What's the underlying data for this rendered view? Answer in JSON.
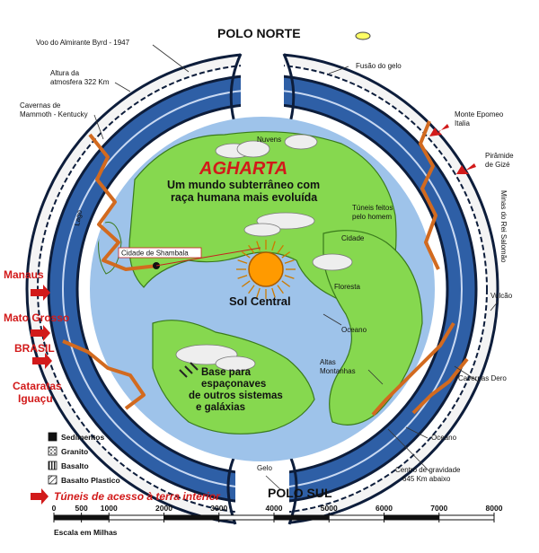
{
  "colors": {
    "ocean": "#9ec3ea",
    "land": "#86d84f",
    "crust_blue": "#2e5fa6",
    "crust_outline": "#0d1d3b",
    "tunnel_orange": "#d26a1f",
    "sun": "#ff9a00",
    "red_label": "#d21a1a"
  },
  "labels": {
    "polo_norte": "POLO NORTE",
    "polo_sul": "POLO SUL",
    "voo_byrd": "Voo do Almirante Byrd - 1947",
    "fusao_gelo": "Fusão do gelo",
    "altura_atm_1": "Altura da",
    "altura_atm_2": "atmosfera 322 Km",
    "cavernas_mammoth_1": "Cavernas de",
    "cavernas_mammoth_2": "Mammoth - Kentucky",
    "monte_epomeo_1": "Monte Epomeo",
    "monte_epomeo_2": "Italia",
    "piramide_1": "Pirâmide",
    "piramide_2": "de Gizé",
    "minas": "Minas do Rei Salomão",
    "nuvens": "Nuvens",
    "agharta": "AGHARTA",
    "sub_1": "Um mundo subterrâneo com",
    "sub_2": "raça humana mais evoluída",
    "tuneis_1": "Túneis feitos",
    "tuneis_2": "pelo homem",
    "cidade": "Cidade",
    "shambala": "Cidade de Shambala",
    "lago": "Lago",
    "floresta": "Floresta",
    "sol_central": "Sol Central",
    "oceano_1": "Oceano",
    "vulcao": "Vulcão",
    "altas_1": "Altas",
    "altas_2": "Montanhas",
    "cavernas_dero": "Cavernas Dero",
    "base_1": "Base para",
    "base_2": "espaçonaves",
    "base_3": "de outros sistemas",
    "base_4": "e galáxias",
    "manaus": "Manaus",
    "mato_grosso": "Mato Grosso",
    "brasil": "BRASIL",
    "cataratas": "Cataratas",
    "iguacu": "Iguaçu",
    "oceano_2": "Oceano",
    "centro_1": "Centro de gravidade",
    "centro_2": "645 Km abaixo",
    "gelo": "Gelo",
    "tuneis_acesso": "Túneis de acesso à terra interior"
  },
  "legend": [
    {
      "label": "Sedimentos",
      "pattern": "black"
    },
    {
      "label": "Granito",
      "pattern": "granite"
    },
    {
      "label": "Basalto",
      "pattern": "stripes"
    },
    {
      "label": "Basalto Plastico",
      "pattern": "plastic"
    }
  ],
  "scale": {
    "ticks": [
      "0",
      "500",
      "1000",
      "2000",
      "3000",
      "4000",
      "5000",
      "6000",
      "7000",
      "8000"
    ],
    "tick_values": [
      0,
      500,
      1000,
      2000,
      3000,
      4000,
      5000,
      6000,
      7000,
      8000
    ],
    "max": 8000,
    "title": "Escala em Milhas"
  }
}
